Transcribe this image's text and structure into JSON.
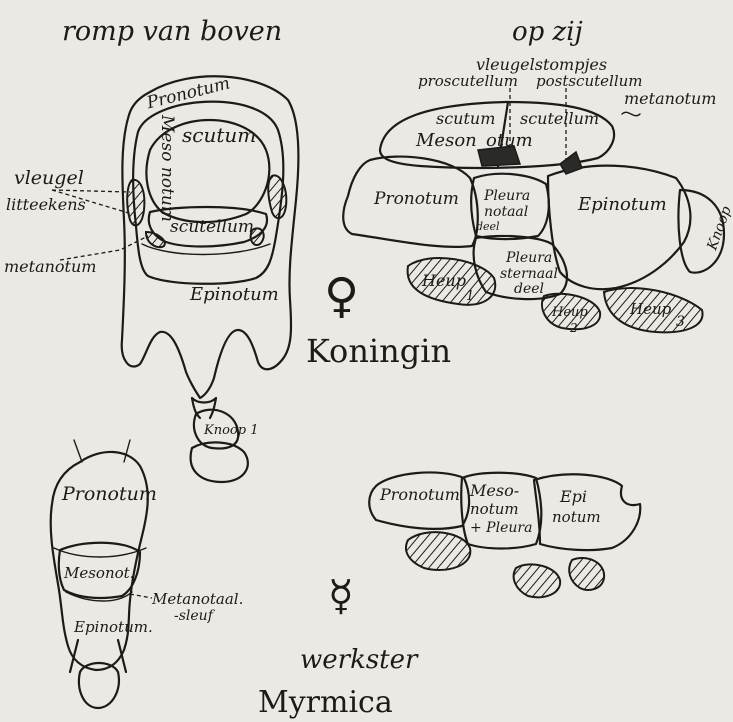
{
  "headings": {
    "top_view": "romp van boven",
    "side_view": "op zij",
    "queen": "Koningin",
    "worker": "werkster",
    "genus": "Myrmica"
  },
  "symbols": {
    "female": "♀",
    "worker": "☿"
  },
  "queen_top": {
    "pronotum": "Pronotum",
    "mesonotum": "Meso notum",
    "scutum": "scutum",
    "scutellum": "scutellum",
    "epinotum": "Epinotum",
    "knoop": "Knoop 1",
    "vleugel": "vleugel",
    "littekens": "litteekens",
    "metanotum": "metanotum"
  },
  "queen_side": {
    "vleugelstompjes": "vleugelstompjes",
    "proscutellum": "proscutellum",
    "postscutellum": "postscutellum",
    "metanotum": "metanotum",
    "scutum": "scutum",
    "meson": "Meson",
    "otum": "otum",
    "scutellum_side": "scutellum",
    "pronotum": "Pronotum",
    "pleura_notaal_1": "Pleura",
    "pleura_notaal_2": "notaal",
    "pleura_notaal_3": "deel",
    "pleura_sternaal_1": "Pleura",
    "pleura_sternaal_2": "sternaal",
    "pleura_sternaal_3": "deel",
    "epinotum": "Epinotum",
    "knoop": "Knoop",
    "heup1": "Heup",
    "heup1_num": "1",
    "heup2": "Heup",
    "heup2_num": "2",
    "heup3": "Heup",
    "heup3_num": "3"
  },
  "worker_top": {
    "pronotum": "Pronotum",
    "mesonot": "Mesonot.",
    "epinotum": "Epinotum.",
    "groove_1": "Metanotaal.",
    "groove_2": "-sleuf"
  },
  "worker_side": {
    "pronotum": "Pronotum",
    "meso": "Meso-",
    "notum": "notum",
    "pleura": "+ Pleura",
    "epi": "Epi",
    "epinotum": "notum"
  }
}
